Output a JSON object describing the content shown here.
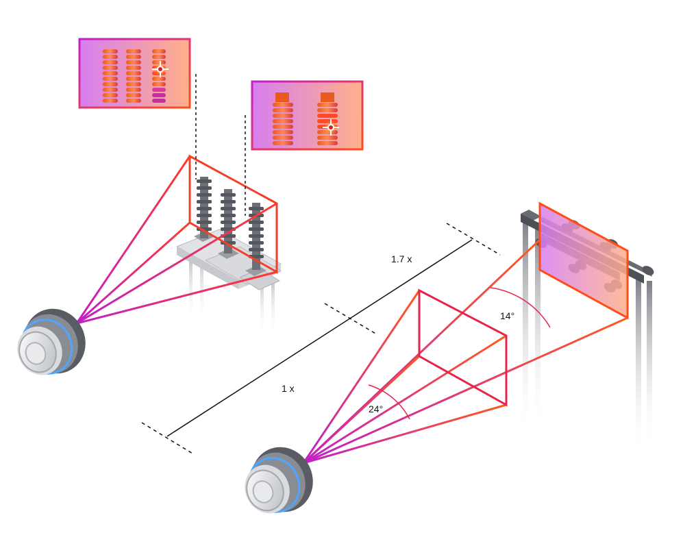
{
  "labels": {
    "distance_far": "1.7 x",
    "distance_near": "1 x",
    "angle_narrow": "14°",
    "angle_wide": "24°"
  },
  "colors": {
    "frame_orange": "#ff4d1a",
    "frame_red": "#e8244a",
    "beam_magenta": "#c21fc8",
    "thermal_start": "#d77ef0",
    "thermal_end": "#ffb08a",
    "hotspot": "#ffcc33",
    "structure_gray": "#9a9ca3",
    "structure_dark": "#4e5057"
  },
  "icons": {
    "camera": "thermal-camera-icon",
    "target": "crosshair-hotspot-icon"
  }
}
